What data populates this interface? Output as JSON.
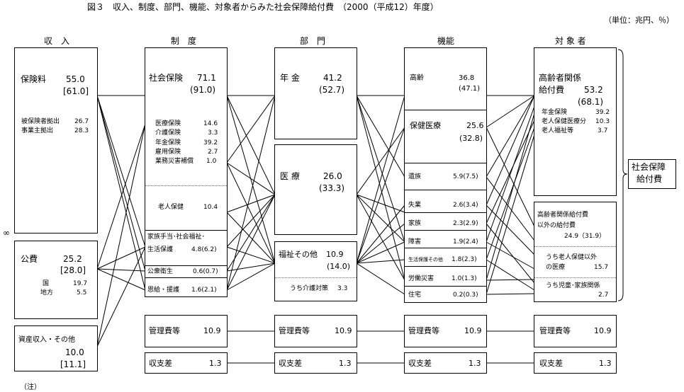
{
  "title": "図３　収入、制度、部門、機能、対象者からみた社会保障給付費　（2000（平成12）年度）",
  "unit": "（単位：兆円、％）",
  "columns": {
    "income": "収　入",
    "system": "制　度",
    "sector": "部　門",
    "function": "機能",
    "target": "対 象 者"
  },
  "income": {
    "premiums": {
      "label": "保険料",
      "value": "55.0",
      "pct": "[61.0]",
      "sub": [
        {
          "label": "被保険者拠出",
          "value": "26.7"
        },
        {
          "label": "事業主拠出",
          "value": "28.3"
        }
      ]
    },
    "public": {
      "label": "公費",
      "value": "25.2",
      "pct": "[28.0]",
      "sub": [
        {
          "label": "国",
          "value": "19.7"
        },
        {
          "label": "地方",
          "value": "5.5"
        }
      ]
    },
    "assets": {
      "label": "資産収入・その他",
      "value": "10.0",
      "pct": "[11.1]"
    },
    "mark": "∞"
  },
  "system": {
    "social_insurance": {
      "label": "社会保険",
      "value": "71.1",
      "pct": "(91.0)",
      "items": [
        {
          "label": "医療保険",
          "value": "14.6"
        },
        {
          "label": "介護保険",
          "value": "3.3"
        },
        {
          "label": "年金保険",
          "value": "39.2"
        },
        {
          "label": "雇用保険",
          "value": "2.7"
        },
        {
          "label": "業務災害補償",
          "value": "1.0"
        }
      ],
      "elderly": {
        "label": "老人保健",
        "value": "10.4"
      }
    },
    "family": {
      "label1": "家族手当･社会福祉･",
      "label2": "生活保護",
      "value": "4.8(6.2)"
    },
    "hygiene": {
      "label": "公衆衛生",
      "value": "0.6(0.7)"
    },
    "pension_aid": {
      "label": "恩給・援護",
      "value": "1.6(2.1)"
    },
    "admin": {
      "label": "管理費等",
      "value": "10.9"
    },
    "balance": {
      "label": "収支差",
      "value": "1.3"
    }
  },
  "sector": {
    "pension": {
      "label": "年 金",
      "value": "41.2",
      "pct": "(52.7)"
    },
    "medical": {
      "label": "医 療",
      "value": "26.0",
      "pct": "(33.3)"
    },
    "welfare": {
      "label": "福祉その他",
      "value": "10.9",
      "pct": "(14.0)",
      "sub": {
        "label": "うち介護対策",
        "value": "3.3"
      }
    },
    "admin": {
      "label": "管理費等",
      "value": "10.9"
    },
    "balance": {
      "label": "収支差",
      "value": "1.3"
    }
  },
  "function": {
    "elderly": {
      "label": "高齢",
      "value": "36.8",
      "pct": "(47.1)"
    },
    "health": {
      "label": "保健医療",
      "value": "25.6",
      "pct": "(32.8)"
    },
    "survivors": {
      "label": "遺族",
      "value": "5.9(7.5)"
    },
    "unemployment": {
      "label": "失業",
      "value": "2.6(3.4)"
    },
    "family": {
      "label": "家族",
      "value": "2.3(2.9)"
    },
    "disability": {
      "label": "障害",
      "value": "1.9(2.4)"
    },
    "livelihood": {
      "label": "生活保護その他",
      "value": "1.8(2.3)"
    },
    "injury": {
      "label": "労働災害",
      "value": "1.0(1.3)"
    },
    "housing": {
      "label": "住宅",
      "value": "0.2(0.3)"
    },
    "admin": {
      "label": "管理費等",
      "value": "10.9"
    },
    "balance": {
      "label": "収支差",
      "value": "1.3"
    }
  },
  "target": {
    "elderly": {
      "label1": "高齢者関係",
      "label2": "給付費",
      "value": "53.2",
      "pct": "(68.1)",
      "items": [
        {
          "label": "年金保険",
          "value": "39.2"
        },
        {
          "label": "老人保健医療分",
          "value": "10.3"
        },
        {
          "label": "老人福祉等",
          "value": "3.7"
        }
      ]
    },
    "other": {
      "label1": "高齢者関係給付費",
      "label2": "以外の給付費",
      "value": "24.9（31.9）",
      "sub1_label1": "うち老人保健以外",
      "sub1_label2": "の医療",
      "sub1_value": "15.7",
      "sub2_label": "うち児童･家族関係",
      "sub2_value": "2.7"
    },
    "bracket_label1": "社会保障",
    "bracket_label2": "給付費",
    "admin": {
      "label": "管理費等",
      "value": "10.9"
    },
    "balance": {
      "label": "収支差",
      "value": "1.3"
    }
  },
  "note": "（注）"
}
